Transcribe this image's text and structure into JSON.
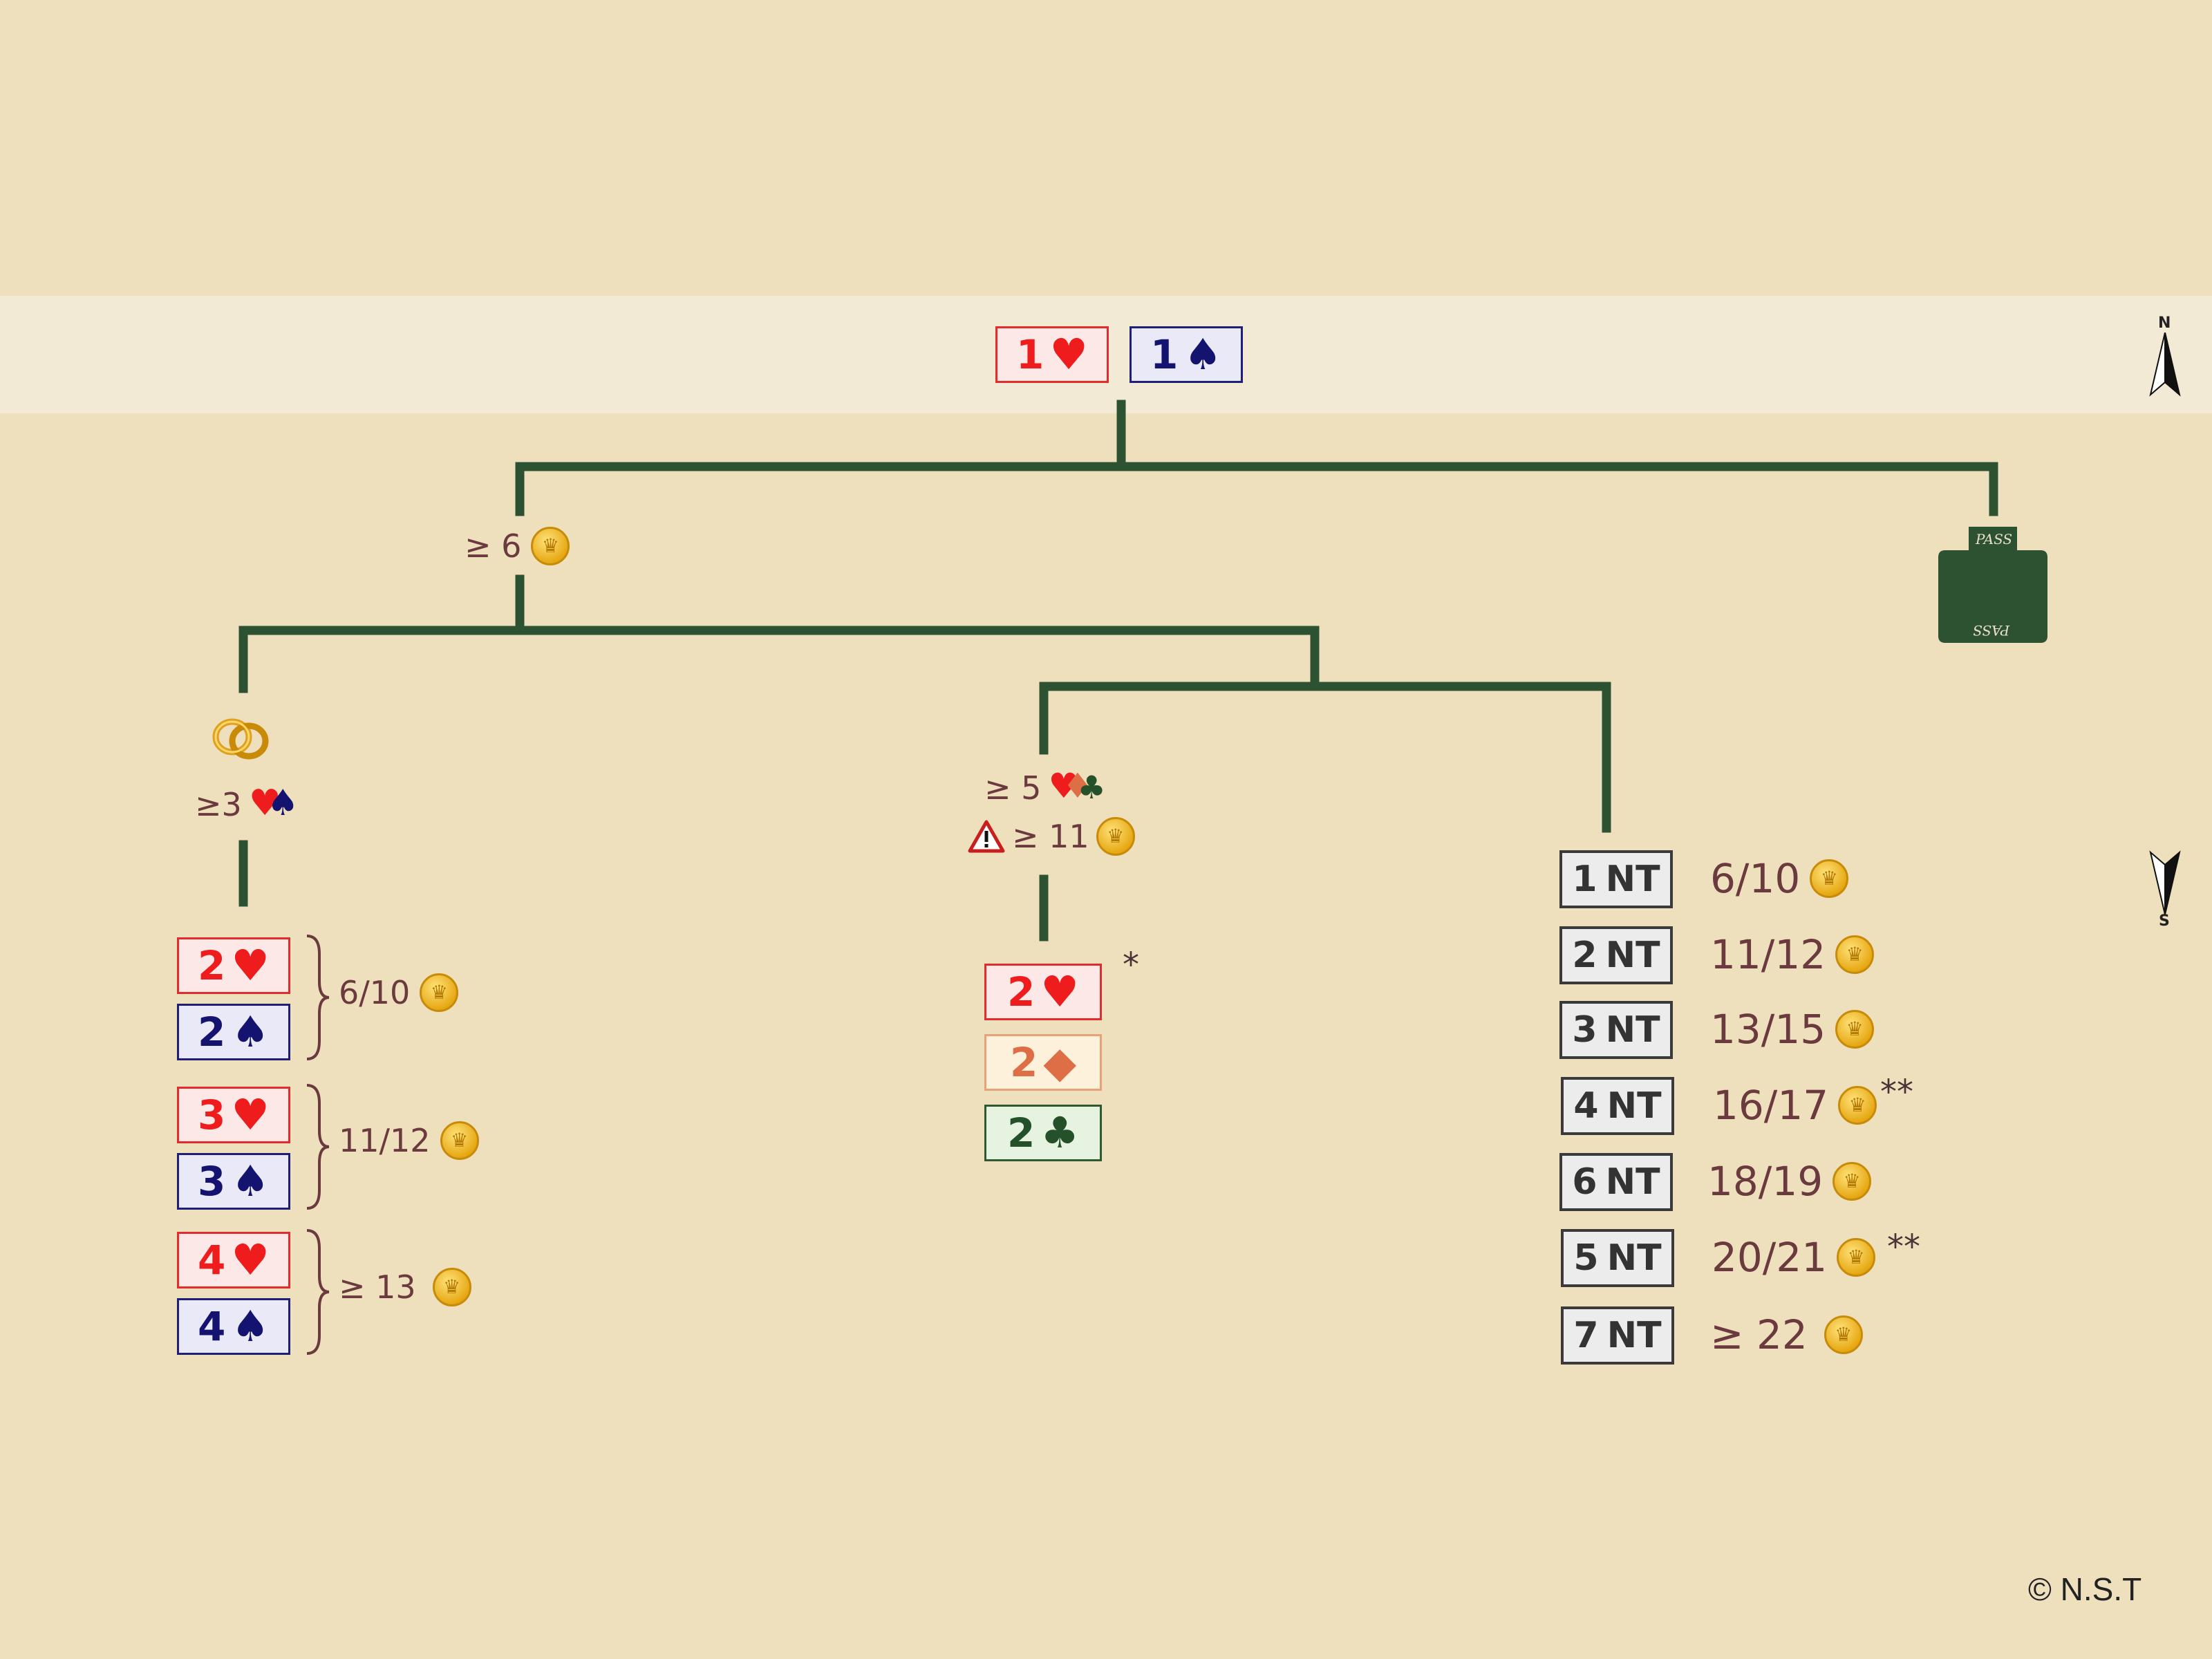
{
  "top_bids": [
    {
      "level": "1",
      "suit": "♥",
      "style": "heart"
    },
    {
      "level": "1",
      "suit": "♠",
      "style": "spade"
    }
  ],
  "compass": {
    "north": "N",
    "south": "S"
  },
  "pass_card": {
    "label": "PASS",
    "icon": "pass-card-icon"
  },
  "branch_points": {
    "label": "≥ 6",
    "icon": "crown-coin-icon"
  },
  "fit_branch": {
    "icon": "wedding-rings-icon",
    "label": "≥3",
    "suits": [
      "♥",
      "♠"
    ],
    "bid_groups": [
      {
        "bids": [
          {
            "level": "2",
            "suit": "♥",
            "style": "heart"
          },
          {
            "level": "2",
            "suit": "♠",
            "style": "spade"
          }
        ],
        "points": "6/10"
      },
      {
        "bids": [
          {
            "level": "3",
            "suit": "♥",
            "style": "heart"
          },
          {
            "level": "3",
            "suit": "♠",
            "style": "spade"
          }
        ],
        "points": "11/12"
      },
      {
        "bids": [
          {
            "level": "4",
            "suit": "♥",
            "style": "heart"
          },
          {
            "level": "4",
            "suit": "♠",
            "style": "spade"
          }
        ],
        "points": "≥ 13"
      }
    ]
  },
  "new_suit_branch": {
    "length_label": "≥ 5",
    "length_suits": [
      "♥",
      "♦",
      "♣"
    ],
    "warning_icon": "warning-triangle-icon",
    "points_label": "≥ 11",
    "footnote": "*",
    "bids": [
      {
        "level": "2",
        "suit": "♥",
        "style": "heart"
      },
      {
        "level": "2",
        "suit": "◆",
        "style": "diamond"
      },
      {
        "level": "2",
        "suit": "♣",
        "style": "club"
      }
    ]
  },
  "nt_branch": {
    "rows": [
      {
        "level": "1",
        "label": "NT",
        "points": "6/10",
        "note": ""
      },
      {
        "level": "2",
        "label": "NT",
        "points": "11/12",
        "note": ""
      },
      {
        "level": "3",
        "label": "NT",
        "points": "13/15",
        "note": ""
      },
      {
        "level": "4",
        "label": "NT",
        "points": "16/17",
        "note": "**"
      },
      {
        "level": "6",
        "label": "NT",
        "points": "18/19",
        "note": ""
      },
      {
        "level": "5",
        "label": "NT",
        "points": "20/21",
        "note": "**"
      },
      {
        "level": "7",
        "label": "NT",
        "points": "≥ 22",
        "note": ""
      }
    ]
  },
  "copyright": "© N.S.T",
  "colors": {
    "background": "#efe0bd",
    "band": "#f3ead6",
    "tree_line": "#2d5231",
    "text": "#6b3a3f",
    "heart": "#ee1c1c",
    "spade": "#141470"
  }
}
